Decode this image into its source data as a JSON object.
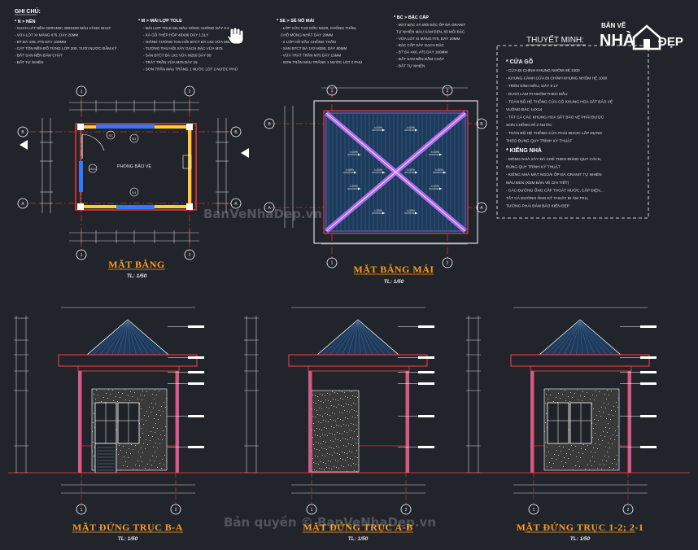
{
  "notes": {
    "heading": "GHI CHÚ:",
    "nen_title": "* N > NỀN",
    "nen_items": [
      "- GẠCH LÁT NỀN CERAMIC 400X400 MÀU VÀNG NHẠT",
      "- VỮA LÓT XI MĂNG #75, DÀY 20MM",
      "- BT ĐÁ 4X6, #75 DÀY 100MM",
      "- CÁT TÔN NỀN ĐỔ TỪNG LỚP 200, TƯỚI NƯỚC ĐẦM KỸ",
      "- ĐẤT SAN NỀN ĐẦM CHẶT",
      "- ĐẤT TỰ NHIÊN"
    ],
    "mai_title": "* M > MÁI LỢP TOLE",
    "mai_items": [
      "- MÁI LỢP TOLE MẠ MÀU SÓNG VUÔNG DÀY 0.4",
      "- XÀ GỒ THÉP HỘP 40X80 DÀY 1.5LY",
      "- GIẰNG TƯỜNG THU HỒI BTCT ĐÁ 1X2 VỮA M200",
      "- TƯỜNG THU HỒI XÂY GẠCH ĐẶC VỮA M75",
      "- SÀN BTCT ĐÁ 1X2 VỮA M250 DÀY 80",
      "- TRÁT TRẦN VỮA M75 DÀY 15",
      "- SƠN TRẦN MÀU TRẮNG 1 NƯỚC LÓT 2 NƯỚC PHỦ"
    ],
    "se_title": "* SE > SÊ NÔ MÁI",
    "se_items": [
      "- LỚP VỮA TẠO DỐC M100, CHỐNG THẤM,",
      "  CHỖ MỎNG NHẤT DÀY 20MM",
      "- 2 LỚP HỒ DẦU CHỐNG THẤM",
      "- SÀN BTCT ĐÁ 1X2 M250, DÀY 80MM",
      "- VỮA TRÁT TRẦN M75 DÀY 15MM",
      "- SƠN TRẦN MÀU TRẮNG 1 NƯỚC LÓT 2 PHỦ"
    ],
    "bc_title": "* BC > BẬC CẤP",
    "bc_items": [
      "- MẶT BẬC VÀ MÕI BẬC ỐP ĐÁ GRANIT",
      "  TỰ NHIÊN MÀU XÁM ĐEN, 80 MÕI BẬC",
      "- VỮA LÓT XI MĂNG #75, DÀY 20MM",
      "- BẬC CẤP XÂY GẠCH ĐẶC",
      "- BT ĐÁ 4X6, #75 DÀY 100MM",
      "- ĐẤT SAN NỀN ĐẦM CHẶT",
      "- ĐẤT TỰ NHIÊN"
    ]
  },
  "legend": {
    "title": "THUYẾT MINH:",
    "door_title": "* CỬA GỖ",
    "door_items": [
      "- CỬA ĐI CHÍNH KHUNG NHÔM HỆ 1000",
      "- KHUNG CÁNH CỬA ĐI CHÍNH KHUNG NHÔM HỆ 1000",
      "- TRÊN KÍNH MẦU, DÀY 5 LY",
      "- DƯỚI LAM PI NHÔM THEO MẪU",
      "- TOÀN BỘ HỆ THỐNG CỬA CÓ KHUNG HOA SẮT BẢO VỆ",
      "  VUÔNG ĐẶC 14X14",
      "- TẤT CẢ CÁC KHUNG HOA SẮT BẢO VỆ PHẢI ĐƯỢC",
      "  SƠN CHỐNG RỈ 2 NƯỚC",
      "- TOÀN BỘ HỆ THỐNG CỬA PHẢI ĐƯỢC LẮP DỰNG",
      "  THEO ĐÚNG QUY TRÌNH KỸ THUẬT"
    ],
    "glass_title": "* KIẾNG NHÀ",
    "glass_items": [
      "- MÓNG NHÀ XÂY ĐÁ CHẺ THEO ĐÚNG QUY CÁCH,",
      "  ĐÚNG QUY TRÌNH KỸ THUẬT",
      "- KIẾNG NHÀ MẶT NGOÀI ỐP ĐÁ GRANIT TỰ NHIÊN",
      "  MÀU ĐEN (XEM BẢN VẼ CHI TIẾT)",
      "- CÁC ĐƯỜNG ỐNG CẤP THOÁT NƯỚC, CẤP ĐIỆN...",
      "  TẤT CẢ ĐƯỜNG ỐNG KỸ THUẬT ĐI ÂM TRỤ,",
      "  TƯỜNG PHẢI ĐẢM BẢO KIẾN ĐẸP"
    ]
  },
  "logo": {
    "top": "BẢN VẼ",
    "mid": "NHÀ",
    "mid2": "ĐẸP"
  },
  "plan": {
    "room_label": "PHÒNG BẢO VỆ",
    "tags": [
      "D1",
      "D1",
      "S1",
      "D24"
    ],
    "title": "MẶT BẰNG",
    "scale": "TL: 1/50"
  },
  "roof": {
    "title": "MẶT BẰNG MÁI",
    "scale": "TL: 1/50",
    "slope": "i=30%"
  },
  "elevations": [
    {
      "title": "MẶT ĐỨNG TRỤC B-A",
      "scale": "TL: 1/50"
    },
    {
      "title": "MẶT ĐỨNG TRỤC A-B",
      "scale": "TL: 1/50"
    },
    {
      "title": "MẶT ĐỨNG TRỤC 1-2; 2-1",
      "scale": "TL: 1/50"
    }
  ],
  "axes": {
    "plan_cols": [
      "1",
      "2"
    ],
    "plan_rows": [
      "A",
      "B"
    ]
  },
  "watermark": {
    "main": "BanVeNhaDep.vn",
    "copyright": "Bản quyền © BanVeNhaDep.vn"
  }
}
